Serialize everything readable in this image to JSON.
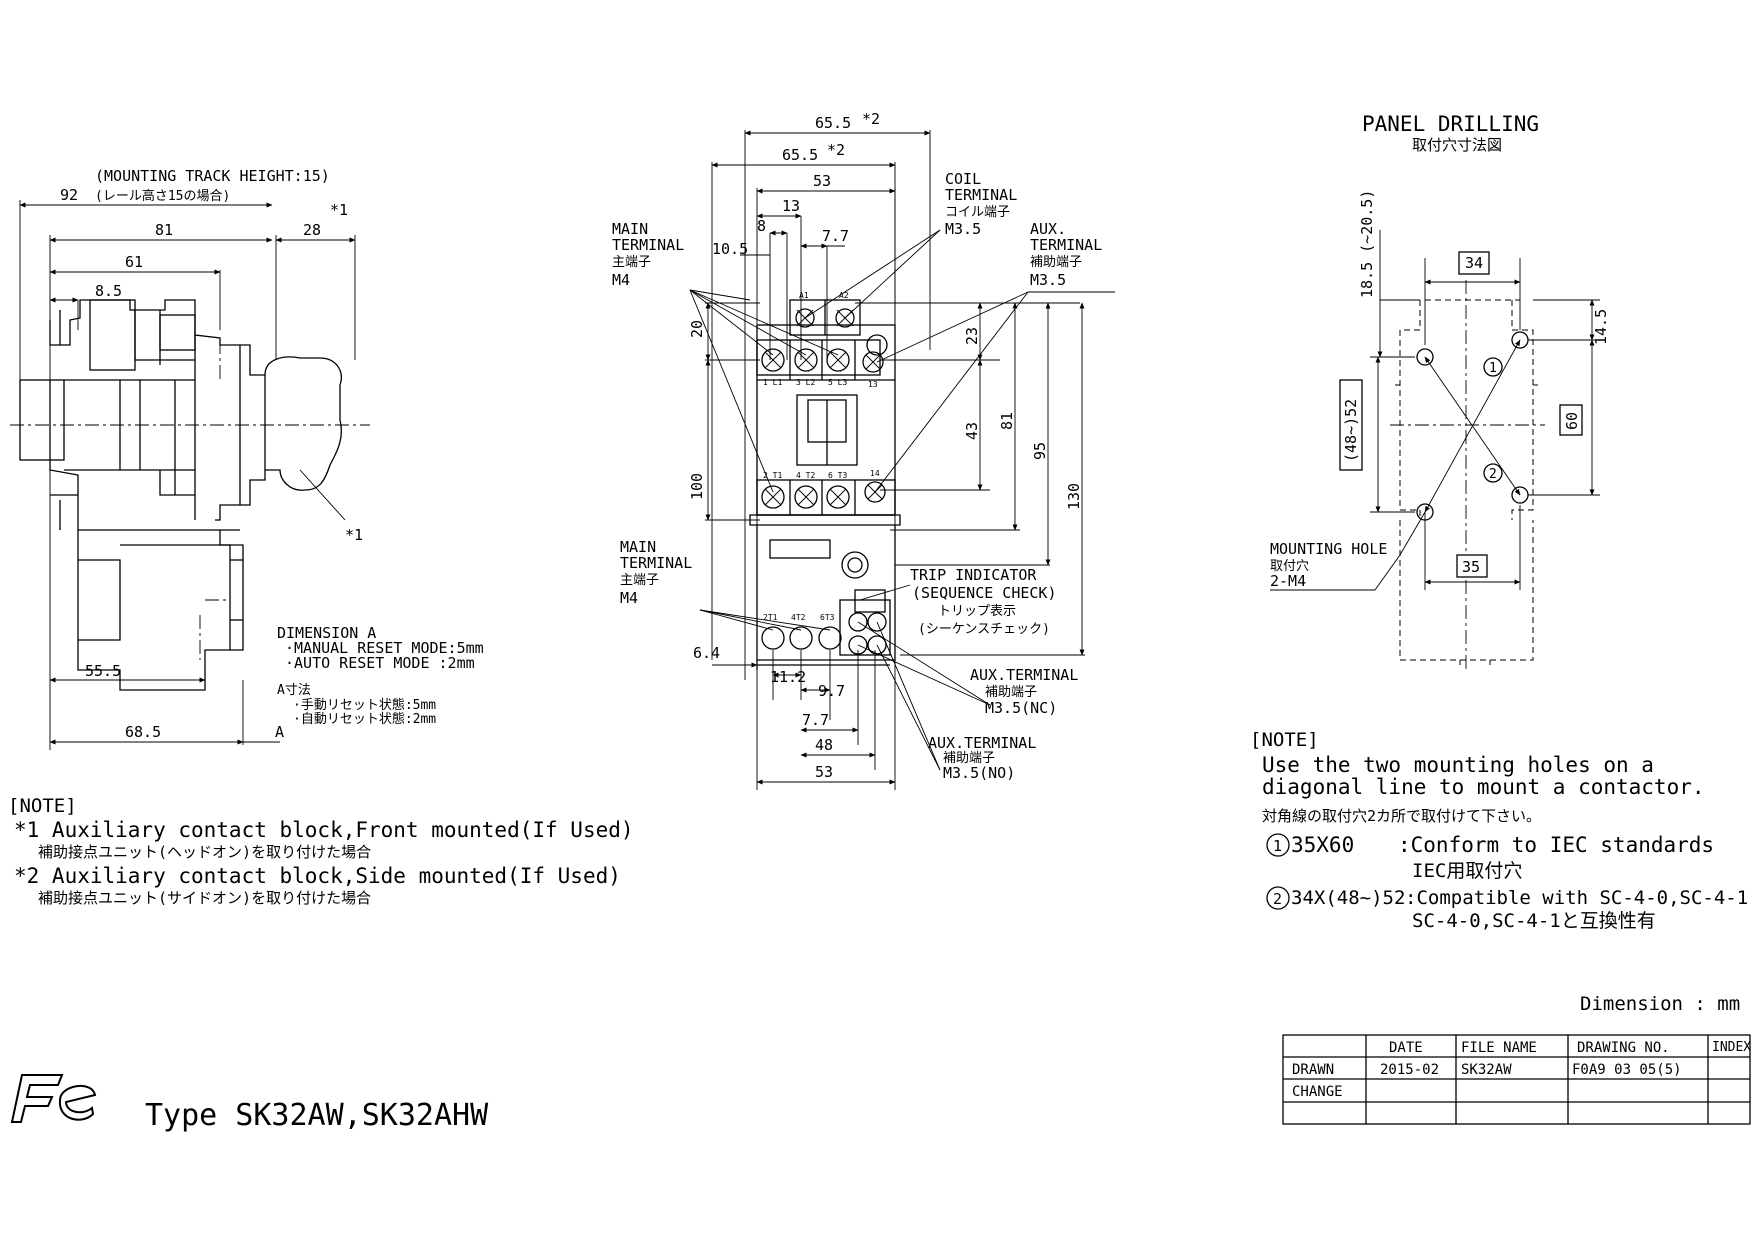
{
  "side_view": {
    "mounting_track_height": "(MOUNTING TRACK HEIGHT:15)",
    "dim_92": "92",
    "rail_height_jp": "(レール高さ15の場合)",
    "dim_81": "81",
    "dim_61": "61",
    "dim_8_5": "8.5",
    "dim_28": "28",
    "star1_top": "*1",
    "star1_side": "*1",
    "dim_55_5": "55.5",
    "dim_68_5": "68.5",
    "label_a": "A",
    "dimension_a_title": "DIMENSION A",
    "manual_reset": "·MANUAL RESET MODE:5mm",
    "auto_reset": "·AUTO RESET MODE :2mm",
    "a_dim_jp": "A寸法",
    "manual_reset_jp": "·手動リセット状態:5mm",
    "auto_reset_jp": "·自動リセット状態:2mm"
  },
  "notes_left": {
    "heading": "[NOTE]",
    "note1": "*1 Auxiliary contact block,Front mounted(If Used)",
    "note1_jp": "補助接点ユニット(ヘッドオン)を取り付けた場合",
    "note2": "*2 Auxiliary contact block,Side mounted(If Used)",
    "note2_jp": "補助接点ユニット(サイドオン)を取り付けた場合"
  },
  "front_view": {
    "dim_65_5_top": "65.5",
    "star2_top": "*2",
    "dim_65_5_second": "65.5",
    "star2_second": "*2",
    "dim_53_top": "53",
    "dim_13": "13",
    "dim_8": "8",
    "dim_10_5": "10.5",
    "dim_7_7_top": "7.7",
    "dim_20": "20",
    "dim_23": "23",
    "dim_43": "43",
    "dim_81": "81",
    "dim_95": "95",
    "dim_100": "100",
    "dim_130": "130",
    "dim_6_4": "6.4",
    "dim_11_2": "11.2",
    "dim_9_7": "9.7",
    "dim_7_7_bottom": "7.7",
    "dim_48": "48",
    "dim_53_bottom": "53",
    "main_terminal_top": [
      "MAIN",
      "TERMINAL",
      "主端子",
      "M4"
    ],
    "coil_terminal": [
      "COIL",
      "TERMINAL",
      "コイル端子",
      "M3.5"
    ],
    "aux_terminal_top": [
      "AUX.",
      "TERMINAL",
      "補助端子",
      "M3.5"
    ],
    "main_terminal_bottom": [
      "MAIN",
      "TERMINAL",
      "主端子",
      "M4"
    ],
    "trip_indicator": [
      "TRIP INDICATOR",
      "(SEQUENCE CHECK)",
      "トリップ表示",
      "(シーケンスチェック)"
    ],
    "aux_terminal_nc": [
      "AUX.TERMINAL",
      "補助端子",
      "M3.5(NC)"
    ],
    "aux_terminal_no": [
      "AUX.TERMINAL",
      "補助端子",
      "M3.5(NO)"
    ],
    "terminals_top": [
      "A1",
      "A2"
    ],
    "terminals_line": [
      "1 L1",
      "3 L2",
      "5 L3",
      "13"
    ],
    "terminals_load": [
      "2 T1",
      "4 T2",
      "6 T3",
      "14"
    ],
    "terminals_thermal": [
      "2T1",
      "4T2",
      "6T3"
    ]
  },
  "panel_drilling": {
    "title": "PANEL DRILLING",
    "title_jp": "取付穴寸法図",
    "dim_18_5": "18.5 (~20.5)",
    "dim_34": "34",
    "dim_14_5": "14.5",
    "dim_48_52": "(48~)52",
    "dim_60": "60",
    "dim_35": "35",
    "marker_1": "1",
    "marker_2": "2",
    "mounting_hole": "MOUNTING HOLE",
    "mounting_hole_jp": "取付穴",
    "mounting_hole_size": "2-M4"
  },
  "notes_right": {
    "heading": "[NOTE]",
    "line1": "Use the two mounting holes on a",
    "line2": "diagonal line to mount a contactor.",
    "line_jp": "対角線の取付穴2カ所で取付けて下さい。",
    "item1_marker": "1",
    "item1_size": "35X60",
    "item1_desc": ":Conform to IEC standards",
    "item1_jp": "IEC用取付穴",
    "item2_marker": "2",
    "item2_size": "34X(48~)52",
    "item2_desc": ":Compatible with SC-4-0,SC-4-1",
    "item2_jp": "SC-4-0,SC-4-1と互換性有"
  },
  "footer": {
    "dimension_unit": "Dimension : mm",
    "logo_text": "Fe",
    "type_label": "Type SK32AW,SK32AHW"
  },
  "title_block": {
    "headers": [
      "",
      "DATE",
      "FILE NAME",
      "DRAWING NO.",
      "INDEX"
    ],
    "rows": [
      [
        "DRAWN",
        "2015-02",
        "SK32AW",
        "F0A9 03 05(5)",
        ""
      ],
      [
        "CHANGE",
        "",
        "",
        "",
        ""
      ],
      [
        "",
        "",
        "",
        "",
        ""
      ]
    ]
  }
}
